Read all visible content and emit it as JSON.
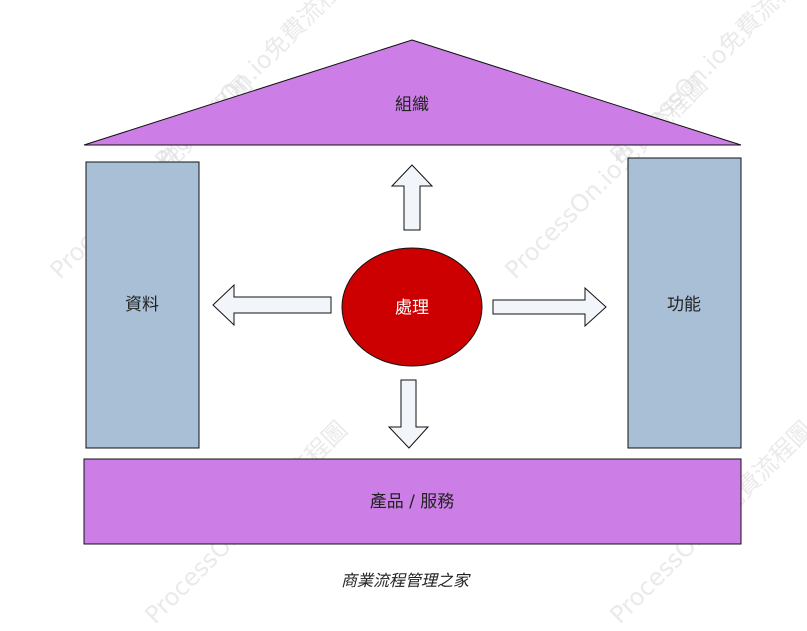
{
  "diagram": {
    "roof_label": "組織",
    "left_pillar_label": "資料",
    "right_pillar_label": "功能",
    "center_label": "處理",
    "base_label": "產品 / 服務",
    "caption": "商業流程管理之家"
  },
  "watermarks": [
    "ProcessOn.io免費流程圖",
    "ProcessOn.io免費流程圖",
    "ProcessOn.io免費流程圖",
    "ProcessOn.io免費流程圖",
    "ProcessOn.io免費流程圖",
    "ProcessOn.io免費流程圖"
  ],
  "colors": {
    "roof_fill": "#cc7ee6",
    "pillar_fill": "#a9bfd6",
    "base_fill": "#cc7ee6",
    "center_fill": "#cc0000",
    "arrow_fill": "#f2f6fb",
    "stroke": "#111111"
  }
}
